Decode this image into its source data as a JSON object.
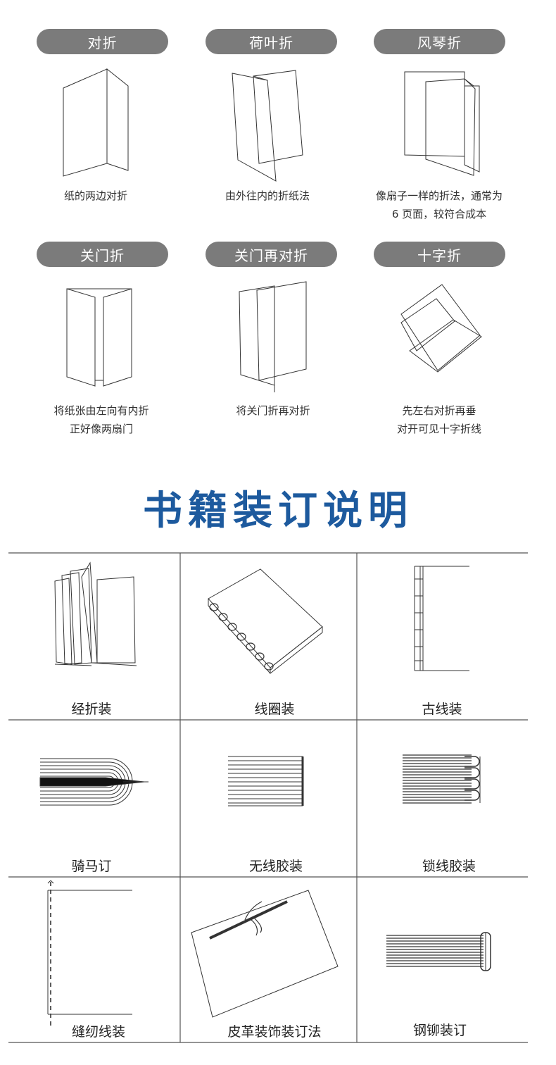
{
  "folds": [
    {
      "label": "对折",
      "desc": [
        "纸的两边对折"
      ]
    },
    {
      "label": "荷叶折",
      "desc": [
        "由外往内的折纸法"
      ]
    },
    {
      "label": "风琴折",
      "desc": [
        "像扇子一样的折法，通常为",
        "6 页面，较符合成本"
      ]
    },
    {
      "label": "关门折",
      "desc": [
        "将纸张由左向有内折",
        "正好像两扇门"
      ]
    },
    {
      "label": "关门再对折",
      "desc": [
        "将关门折再对折"
      ]
    },
    {
      "label": "十字折",
      "desc": [
        "先左右对折再垂",
        "对开可见十字折线"
      ]
    }
  ],
  "section_title": "书籍装订说明",
  "bindings": [
    {
      "label": "经折装"
    },
    {
      "label": "线圈装"
    },
    {
      "label": "古线装"
    },
    {
      "label": "骑马订"
    },
    {
      "label": "无线胶装"
    },
    {
      "label": "锁线胶装"
    },
    {
      "label": "缝纫线装"
    },
    {
      "label": "皮革装饰装订法"
    },
    {
      "label": "钢铆装订"
    }
  ]
}
